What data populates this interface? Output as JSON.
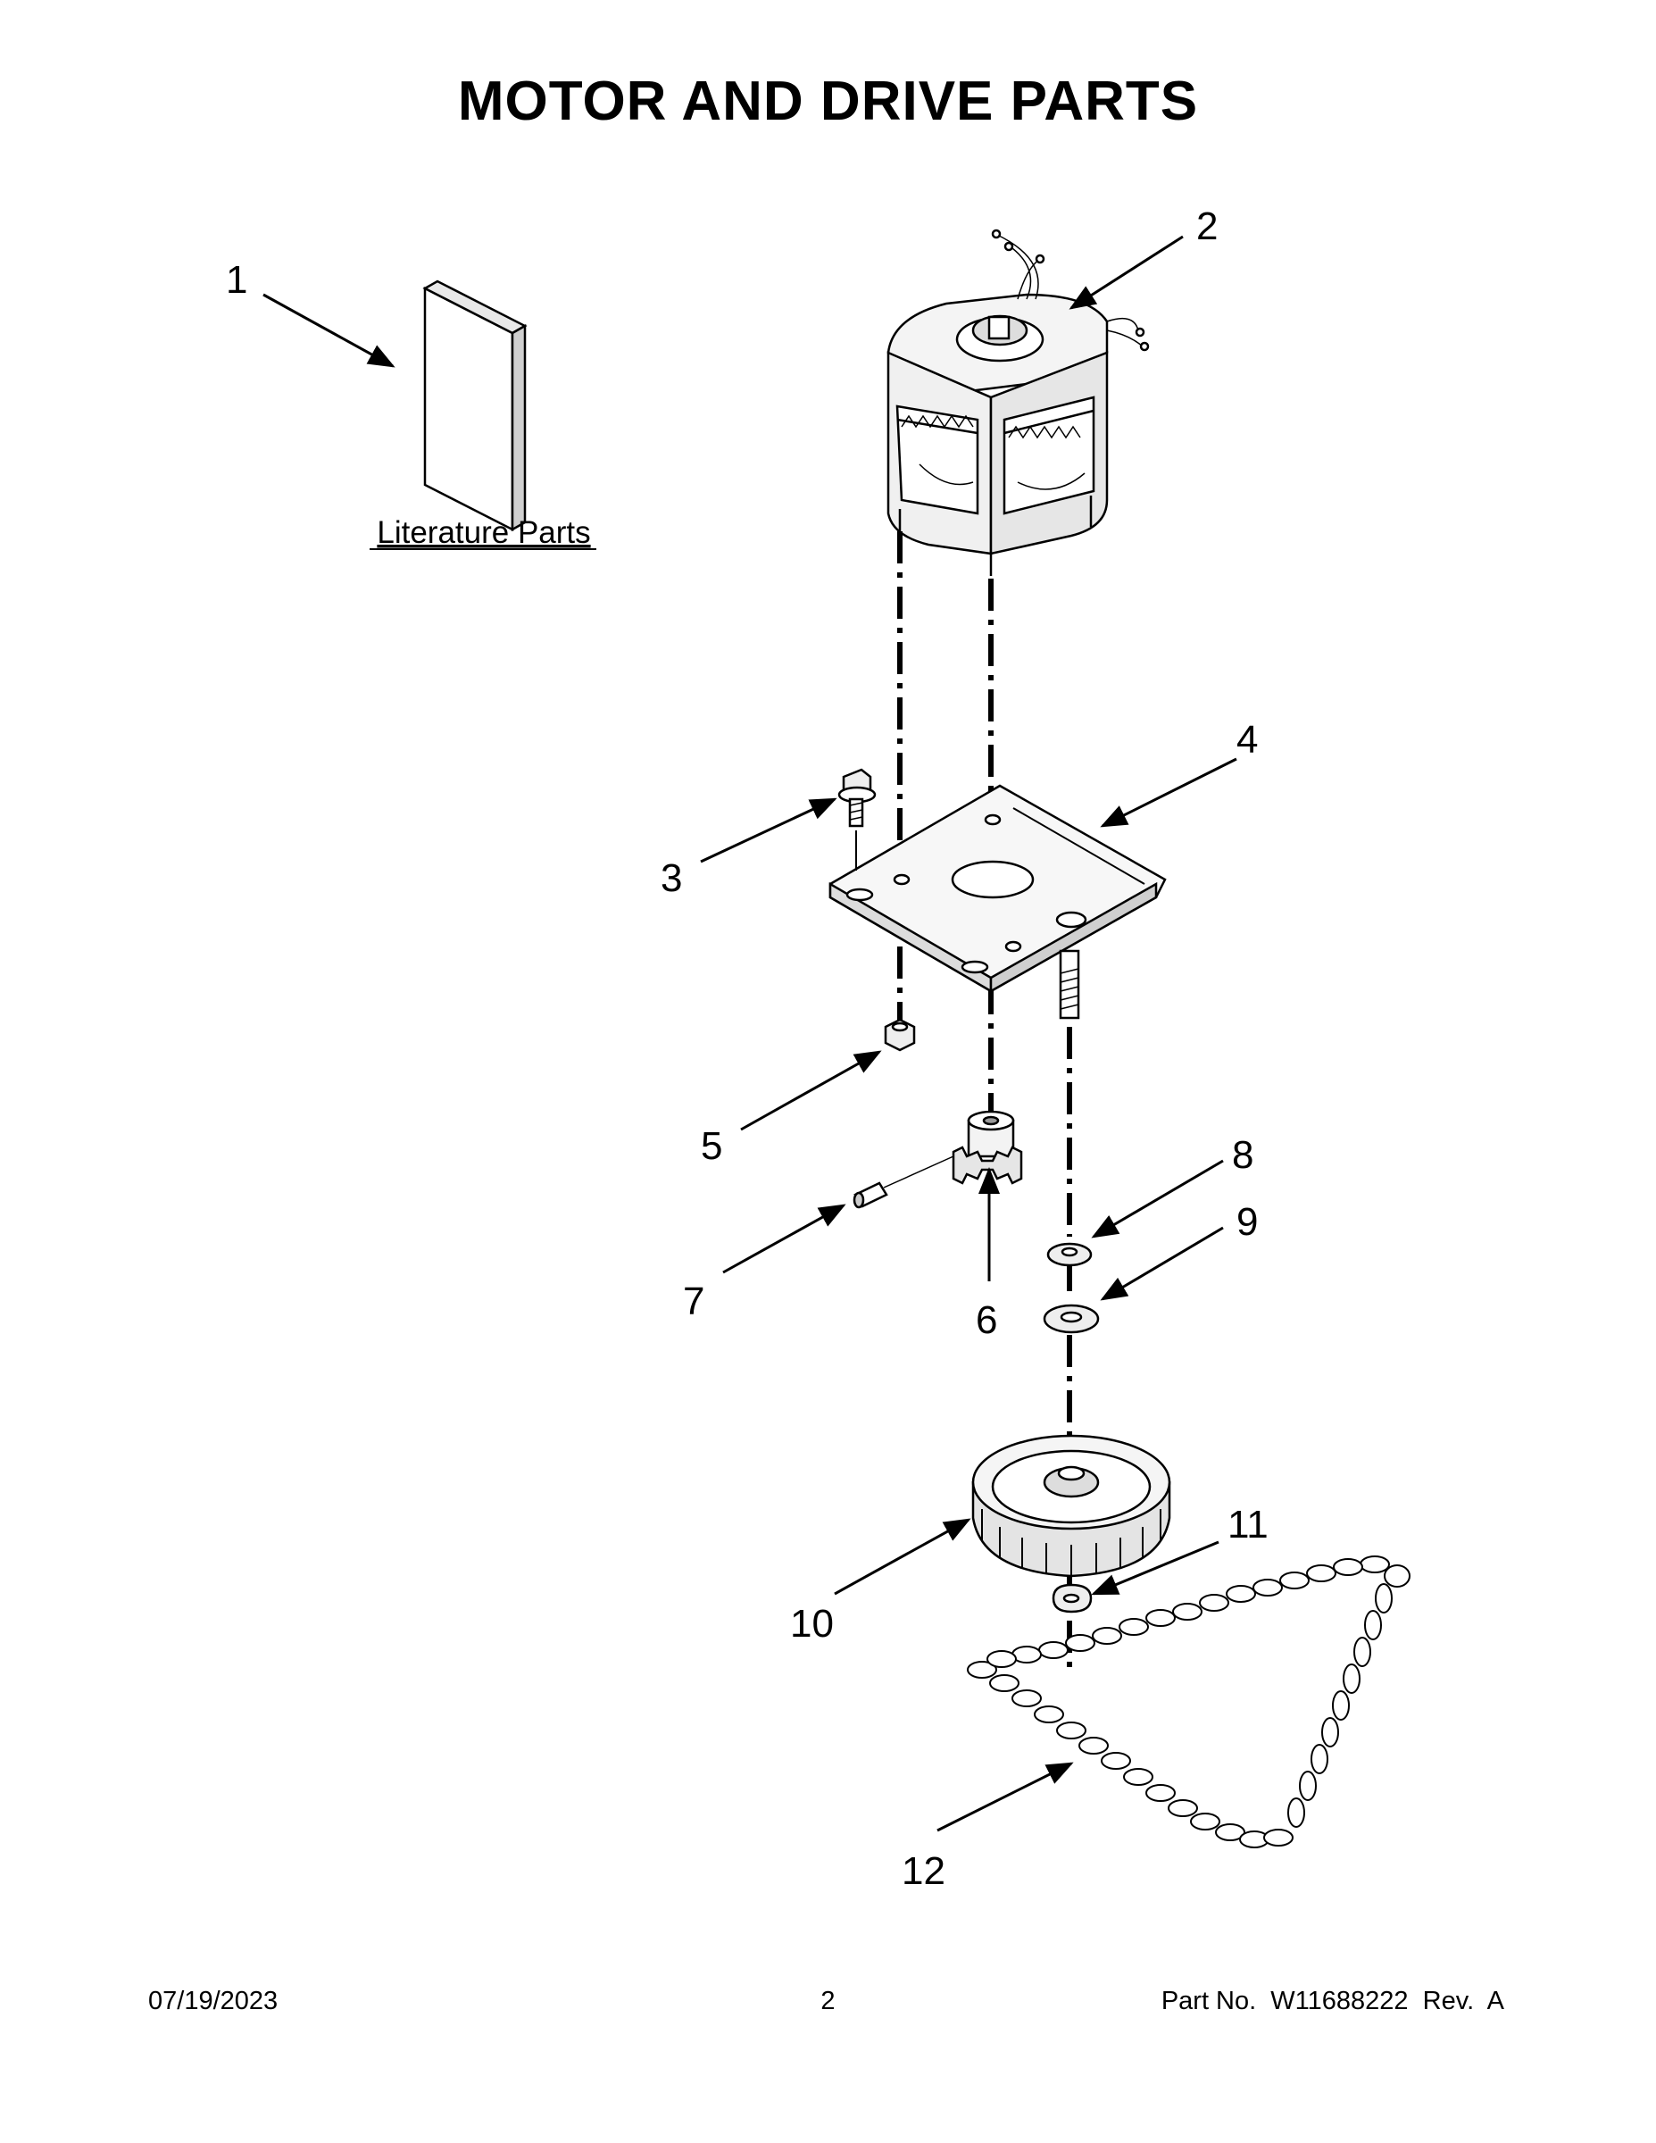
{
  "page_title": "MOTOR AND DRIVE PARTS",
  "literature_label": "Literature Parts",
  "callouts": [
    "1",
    "2",
    "3",
    "4",
    "5",
    "6",
    "7",
    "8",
    "9",
    "10",
    "11",
    "12"
  ],
  "footer": {
    "date": "07/19/2023",
    "page": "2",
    "part_no": "Part No.  W11688222  Rev.  A"
  }
}
